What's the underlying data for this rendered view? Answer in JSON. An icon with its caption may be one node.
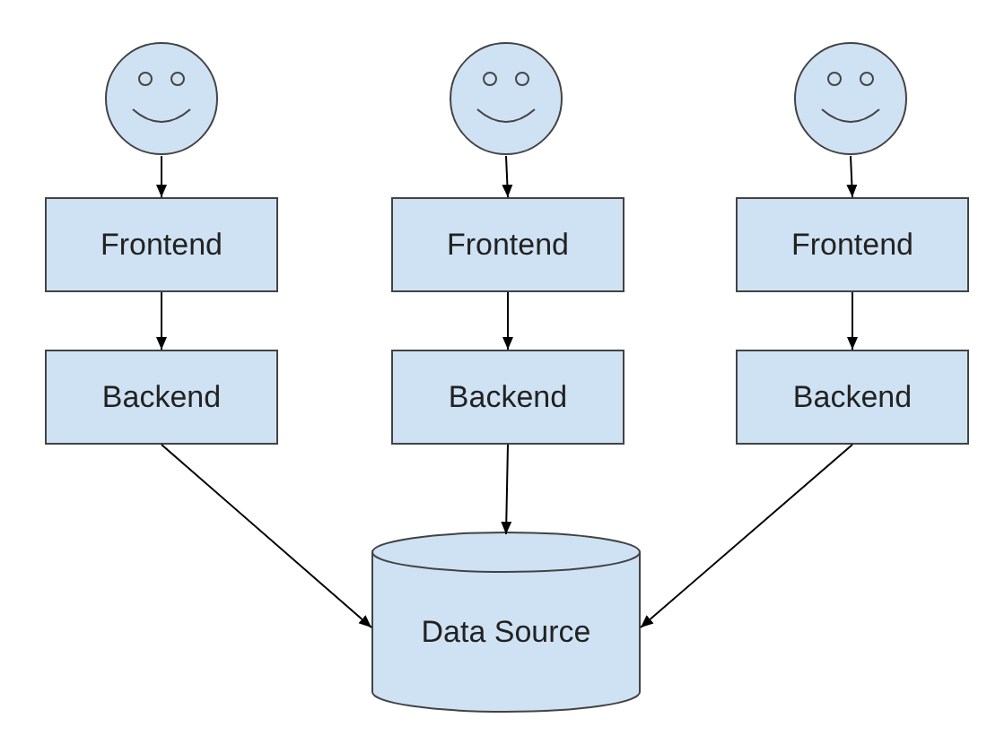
{
  "diagram": {
    "nodes": [
      {
        "text": [],
        "shape": "person"
      },
      {
        "text": [],
        "shape": "person"
      },
      {
        "text": [],
        "shape": "person"
      },
      {
        "text": [
          "Frontend"
        ]
      },
      {
        "text": [
          "Frontend"
        ]
      },
      {
        "text": [
          "Frontend"
        ]
      },
      {
        "text": [
          "Backend"
        ]
      },
      {
        "text": [
          "Backend"
        ]
      },
      {
        "text": [
          "Backend"
        ]
      },
      {
        "text": [
          "Data Source"
        ]
      }
    ],
    "edges": [
      {
        "from": 0,
        "to": 3,
        "arrow": "to"
      },
      {
        "from": 1,
        "to": 4,
        "arrow": "to"
      },
      {
        "from": 2,
        "to": 5,
        "arrow": "to"
      },
      {
        "from": 3,
        "to": 6,
        "arrow": "to"
      },
      {
        "from": 4,
        "to": 7,
        "arrow": "to"
      },
      {
        "from": 5,
        "to": 8,
        "arrow": "to"
      },
      {
        "from": 6,
        "to": 9,
        "arrow": "to"
      },
      {
        "from": 7,
        "to": 9,
        "arrow": "to"
      },
      {
        "from": 8,
        "to": 9,
        "arrow": "to"
      }
    ]
  }
}
